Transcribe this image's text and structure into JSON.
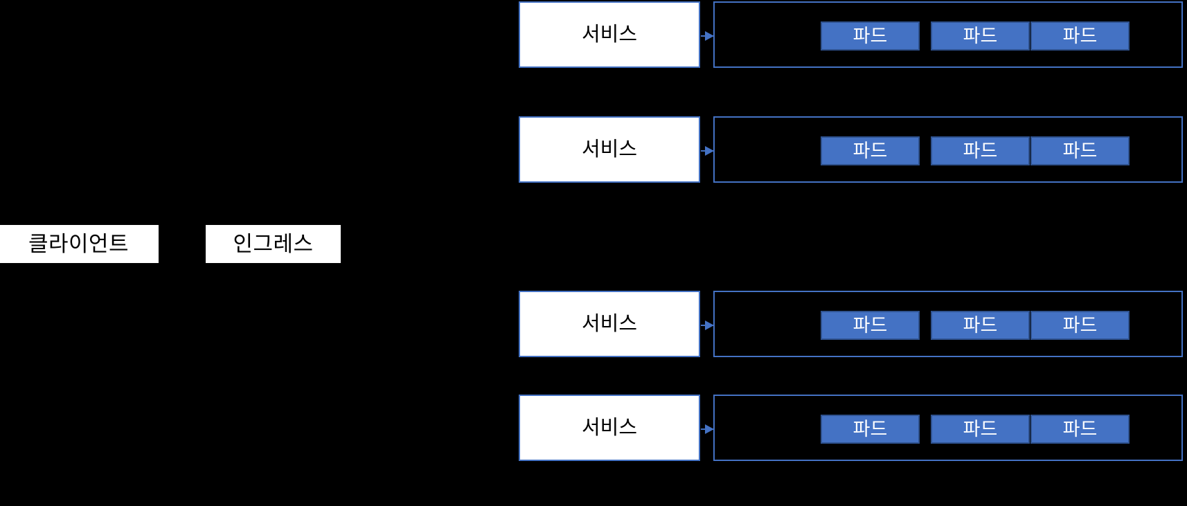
{
  "diagram": {
    "title": "Kubernetes Ingress / Service / Pod architecture",
    "background_color": "#000000",
    "accent_color": "#4472C4",
    "pod_border_color": "#2F528F",
    "box_fill_color": "#ffffff",
    "text_color_dark": "#000000",
    "text_color_light": "#ffffff"
  },
  "left_nodes": [
    {
      "label": "클라이언트",
      "name": "client-box"
    },
    {
      "label": "인그레스",
      "name": "ingress-box"
    }
  ],
  "rows": [
    {
      "service": {
        "label": "서비스"
      },
      "arrow": {
        "name": "arrow-service-to-pods"
      },
      "pods": [
        {
          "label": "파드"
        },
        {
          "label": "파드"
        },
        {
          "label": "파드"
        }
      ]
    },
    {
      "service": {
        "label": "서비스"
      },
      "arrow": {
        "name": "arrow-service-to-pods"
      },
      "pods": [
        {
          "label": "파드"
        },
        {
          "label": "파드"
        },
        {
          "label": "파드"
        }
      ]
    },
    {
      "service": {
        "label": "서비스"
      },
      "arrow": {
        "name": "arrow-service-to-pods"
      },
      "pods": [
        {
          "label": "파드"
        },
        {
          "label": "파드"
        },
        {
          "label": "파드"
        }
      ]
    },
    {
      "service": {
        "label": "서비스"
      },
      "arrow": {
        "name": "arrow-service-to-pods"
      },
      "pods": [
        {
          "label": "파드"
        },
        {
          "label": "파드"
        },
        {
          "label": "파드"
        }
      ]
    }
  ]
}
